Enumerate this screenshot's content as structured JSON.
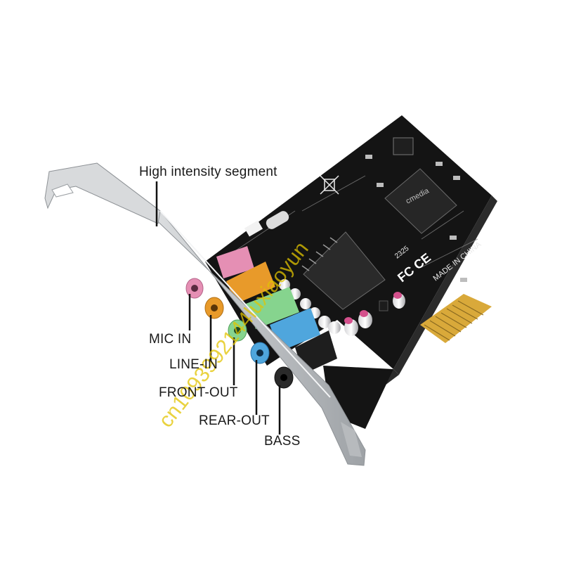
{
  "callouts": {
    "top": "High intensity segment",
    "mic_in": "MIC IN",
    "line_in": "LINE-IN",
    "front_out": "FRONT-OUT",
    "rear_out": "REAR-OUT",
    "bass": "BASS"
  },
  "board_text": {
    "made_in": "MADE IN CHINA",
    "chip_brand": "cmedia",
    "date_code": "2325"
  },
  "colors": {
    "pcb": "#141414",
    "bracket": "#c9cbcd",
    "gold_contacts": "#d9a93a",
    "mic_jack": "#e58fb4",
    "line_jack": "#e89a2a",
    "front_jack": "#86d48e",
    "rear_jack": "#4fa6dd",
    "bass_jack": "#2a2a2a",
    "watermark": "#e2c400"
  },
  "watermark_text": "cn1093992144luxiaoyun"
}
